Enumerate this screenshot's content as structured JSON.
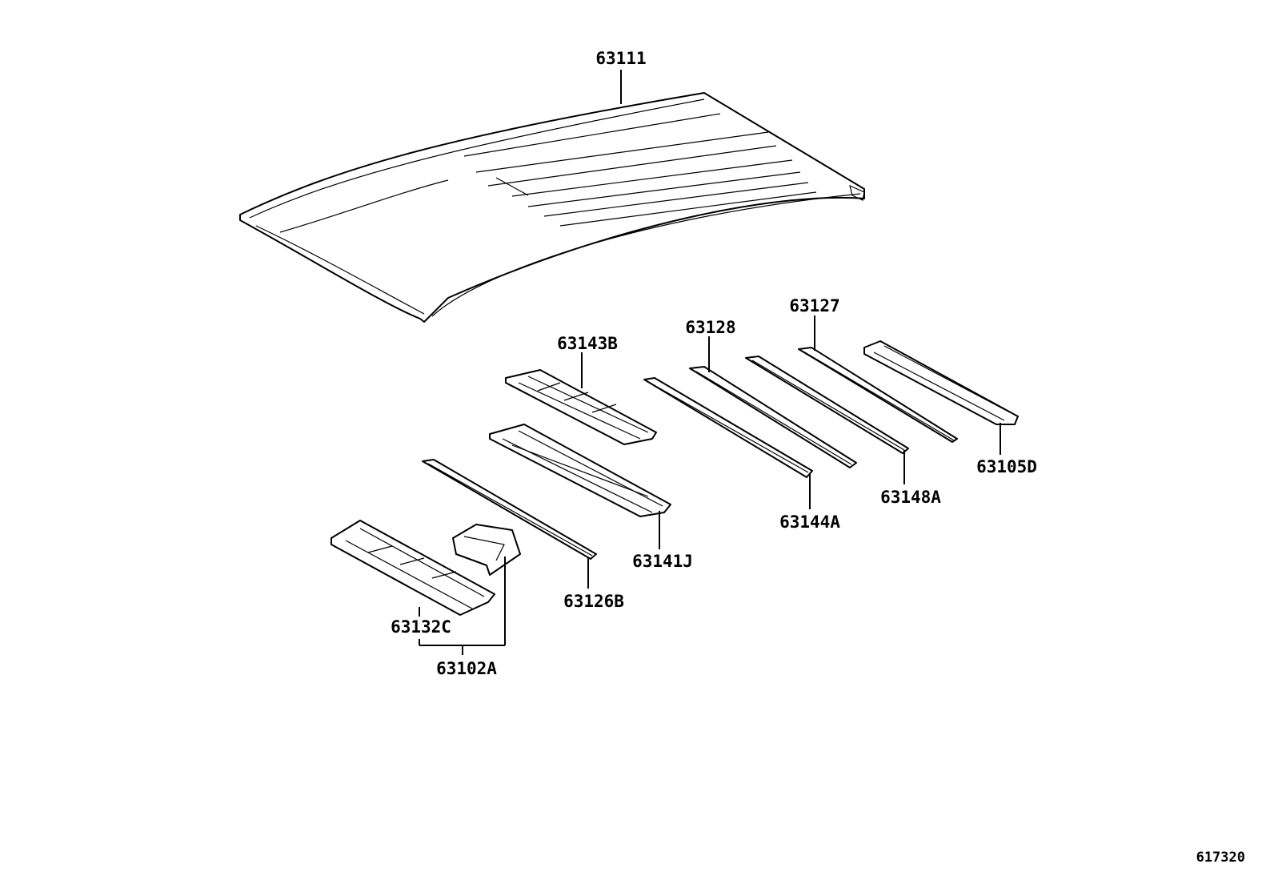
{
  "parts": {
    "roof_panel": "63111",
    "header_63143b": "63143B",
    "bow_63128": "63128",
    "bow_63127": "63127",
    "rail_63105d": "63105D",
    "bow_63148a": "63148A",
    "bow_63144a": "63144A",
    "header_63141j": "63141J",
    "bow_63126b": "63126B",
    "panel_63132c": "63132C",
    "assembly_63102a": "63102A"
  },
  "sheet_number": "617320"
}
